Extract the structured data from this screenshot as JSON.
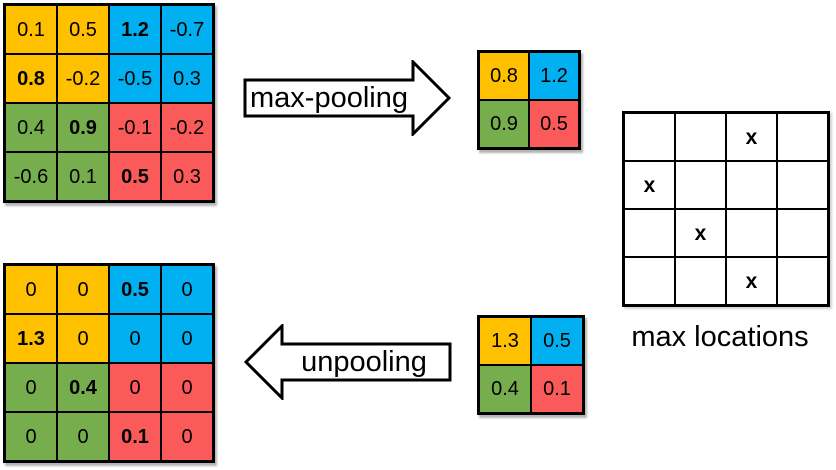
{
  "colors": {
    "orange": "#FFC000",
    "blue": "#00B0F0",
    "green": "#76AE4D",
    "red": "#FA5A5A",
    "white": "#FFFFFF",
    "line": "#000000"
  },
  "labels": {
    "max_pooling": "max-pooling",
    "unpooling": "unpooling",
    "max_locations": "max locations"
  },
  "grids": {
    "input": {
      "cells": [
        {
          "v": "0.1",
          "color": "orange",
          "bold": false
        },
        {
          "v": "0.5",
          "color": "orange",
          "bold": false
        },
        {
          "v": "1.2",
          "color": "blue",
          "bold": true
        },
        {
          "v": "-0.7",
          "color": "blue",
          "bold": false
        },
        {
          "v": "0.8",
          "color": "orange",
          "bold": true
        },
        {
          "v": "-0.2",
          "color": "orange",
          "bold": false
        },
        {
          "v": "-0.5",
          "color": "blue",
          "bold": false
        },
        {
          "v": "0.3",
          "color": "blue",
          "bold": false
        },
        {
          "v": "0.4",
          "color": "green",
          "bold": false
        },
        {
          "v": "0.9",
          "color": "green",
          "bold": true
        },
        {
          "v": "-0.1",
          "color": "red",
          "bold": false
        },
        {
          "v": "-0.2",
          "color": "red",
          "bold": false
        },
        {
          "v": "-0.6",
          "color": "green",
          "bold": false
        },
        {
          "v": "0.1",
          "color": "green",
          "bold": false
        },
        {
          "v": "0.5",
          "color": "red",
          "bold": true
        },
        {
          "v": "0.3",
          "color": "red",
          "bold": false
        }
      ]
    },
    "pooled": {
      "cells": [
        {
          "v": "0.8",
          "color": "orange",
          "bold": false
        },
        {
          "v": "1.2",
          "color": "blue",
          "bold": false
        },
        {
          "v": "0.9",
          "color": "green",
          "bold": false
        },
        {
          "v": "0.5",
          "color": "red",
          "bold": false
        }
      ]
    },
    "max_locations": {
      "cells": [
        {
          "v": "",
          "color": "white",
          "bold": false
        },
        {
          "v": "",
          "color": "white",
          "bold": false
        },
        {
          "v": "x",
          "color": "white",
          "bold": true
        },
        {
          "v": "",
          "color": "white",
          "bold": false
        },
        {
          "v": "x",
          "color": "white",
          "bold": true
        },
        {
          "v": "",
          "color": "white",
          "bold": false
        },
        {
          "v": "",
          "color": "white",
          "bold": false
        },
        {
          "v": "",
          "color": "white",
          "bold": false
        },
        {
          "v": "",
          "color": "white",
          "bold": false
        },
        {
          "v": "x",
          "color": "white",
          "bold": true
        },
        {
          "v": "",
          "color": "white",
          "bold": false
        },
        {
          "v": "",
          "color": "white",
          "bold": false
        },
        {
          "v": "",
          "color": "white",
          "bold": false
        },
        {
          "v": "",
          "color": "white",
          "bold": false
        },
        {
          "v": "x",
          "color": "white",
          "bold": true
        },
        {
          "v": "",
          "color": "white",
          "bold": false
        }
      ]
    },
    "output": {
      "cells": [
        {
          "v": "0",
          "color": "orange",
          "bold": false
        },
        {
          "v": "0",
          "color": "orange",
          "bold": false
        },
        {
          "v": "0.5",
          "color": "blue",
          "bold": true
        },
        {
          "v": "0",
          "color": "blue",
          "bold": false
        },
        {
          "v": "1.3",
          "color": "orange",
          "bold": true
        },
        {
          "v": "0",
          "color": "orange",
          "bold": false
        },
        {
          "v": "0",
          "color": "blue",
          "bold": false
        },
        {
          "v": "0",
          "color": "blue",
          "bold": false
        },
        {
          "v": "0",
          "color": "green",
          "bold": false
        },
        {
          "v": "0.4",
          "color": "green",
          "bold": true
        },
        {
          "v": "0",
          "color": "red",
          "bold": false
        },
        {
          "v": "0",
          "color": "red",
          "bold": false
        },
        {
          "v": "0",
          "color": "green",
          "bold": false
        },
        {
          "v": "0",
          "color": "green",
          "bold": false
        },
        {
          "v": "0.1",
          "color": "red",
          "bold": true
        },
        {
          "v": "0",
          "color": "red",
          "bold": false
        }
      ]
    },
    "unpool_input": {
      "cells": [
        {
          "v": "1.3",
          "color": "orange",
          "bold": false
        },
        {
          "v": "0.5",
          "color": "blue",
          "bold": false
        },
        {
          "v": "0.4",
          "color": "green",
          "bold": false
        },
        {
          "v": "0.1",
          "color": "red",
          "bold": false
        }
      ]
    }
  }
}
